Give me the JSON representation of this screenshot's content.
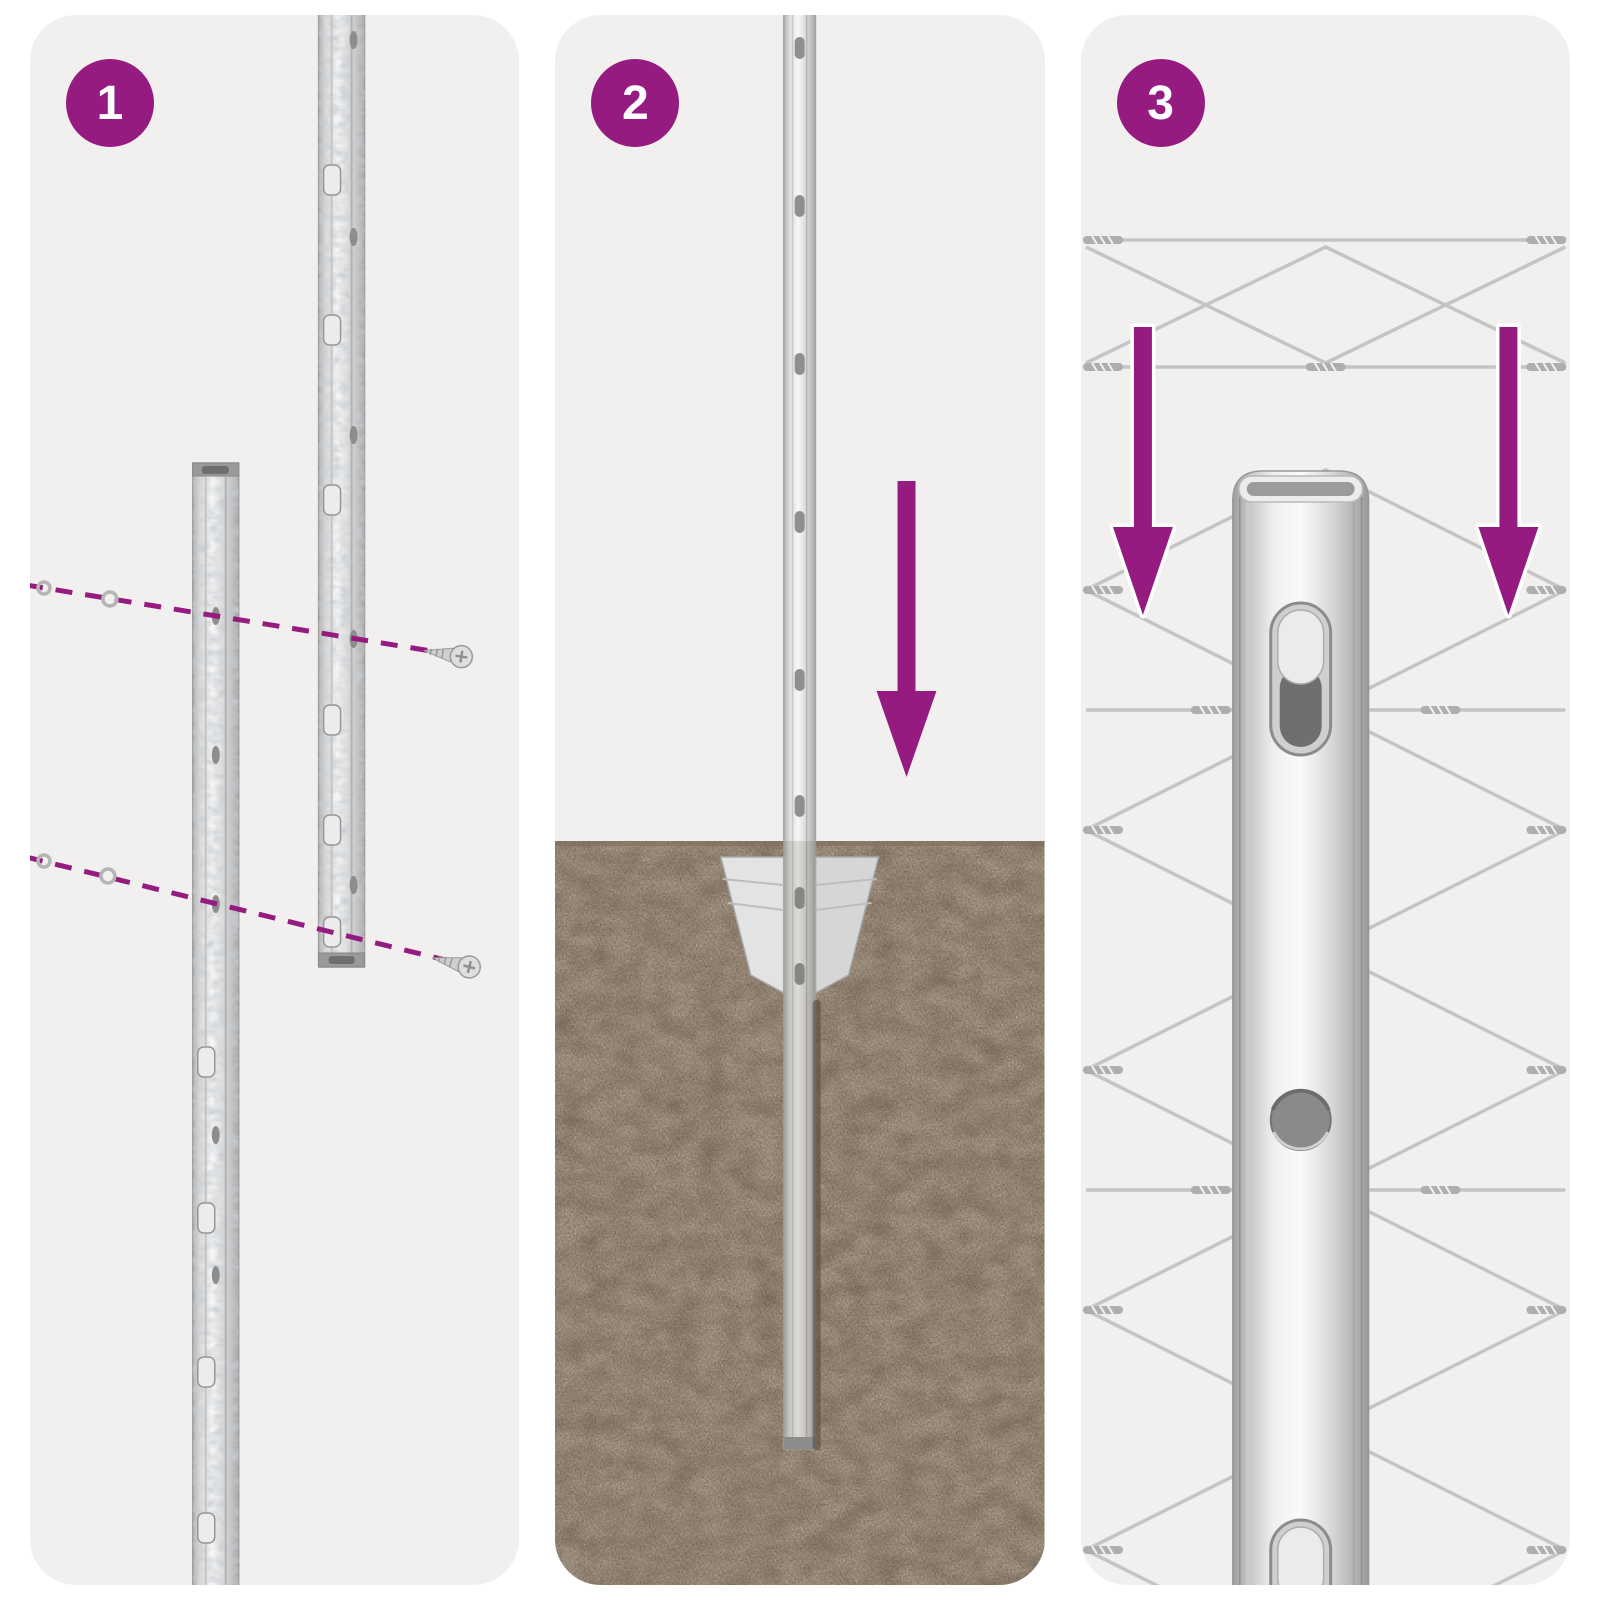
{
  "title": "Fence post installation instructions",
  "colors": {
    "accent": "#951b81",
    "page-bg": "#ffffff",
    "panel-bg": "#f1f0ef",
    "badge-text": "#ffffff",
    "soil": "#9c8c79",
    "wire": "#c4c4c4",
    "metal-edge": "#9c9c9c"
  },
  "steps": [
    {
      "number": "1"
    },
    {
      "number": "2"
    },
    {
      "number": "3"
    }
  ]
}
